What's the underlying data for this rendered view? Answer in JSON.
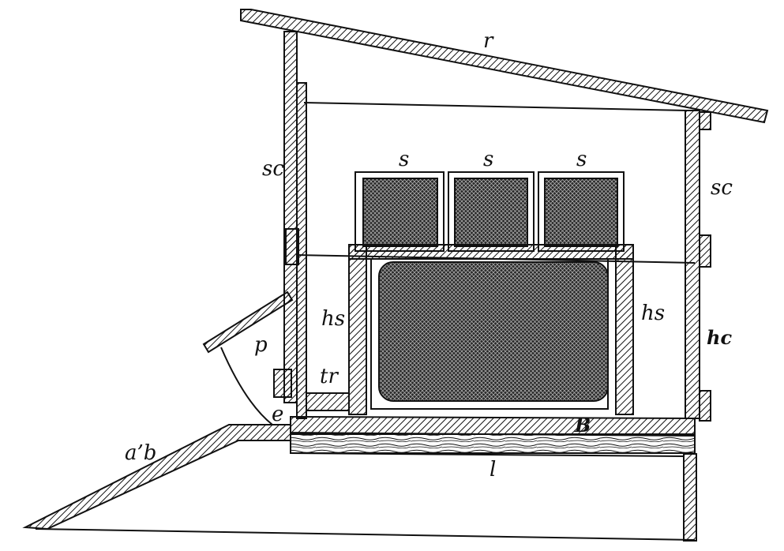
{
  "figure": {
    "labels": {
      "roof": "r",
      "super_cover_left": "sc",
      "super_cover_right": "sc",
      "section_1": "s",
      "section_2": "s",
      "section_3": "s",
      "hive_side_left": "hs",
      "hive_side_right": "hs",
      "hive_cover": "hc",
      "projection": "p",
      "tray": "tr",
      "entrance": "e",
      "alighting_board": "a’b",
      "bottom_board": "B",
      "leg": "l"
    }
  },
  "style": {
    "ink": "#111111",
    "paper": "#ffffff"
  }
}
